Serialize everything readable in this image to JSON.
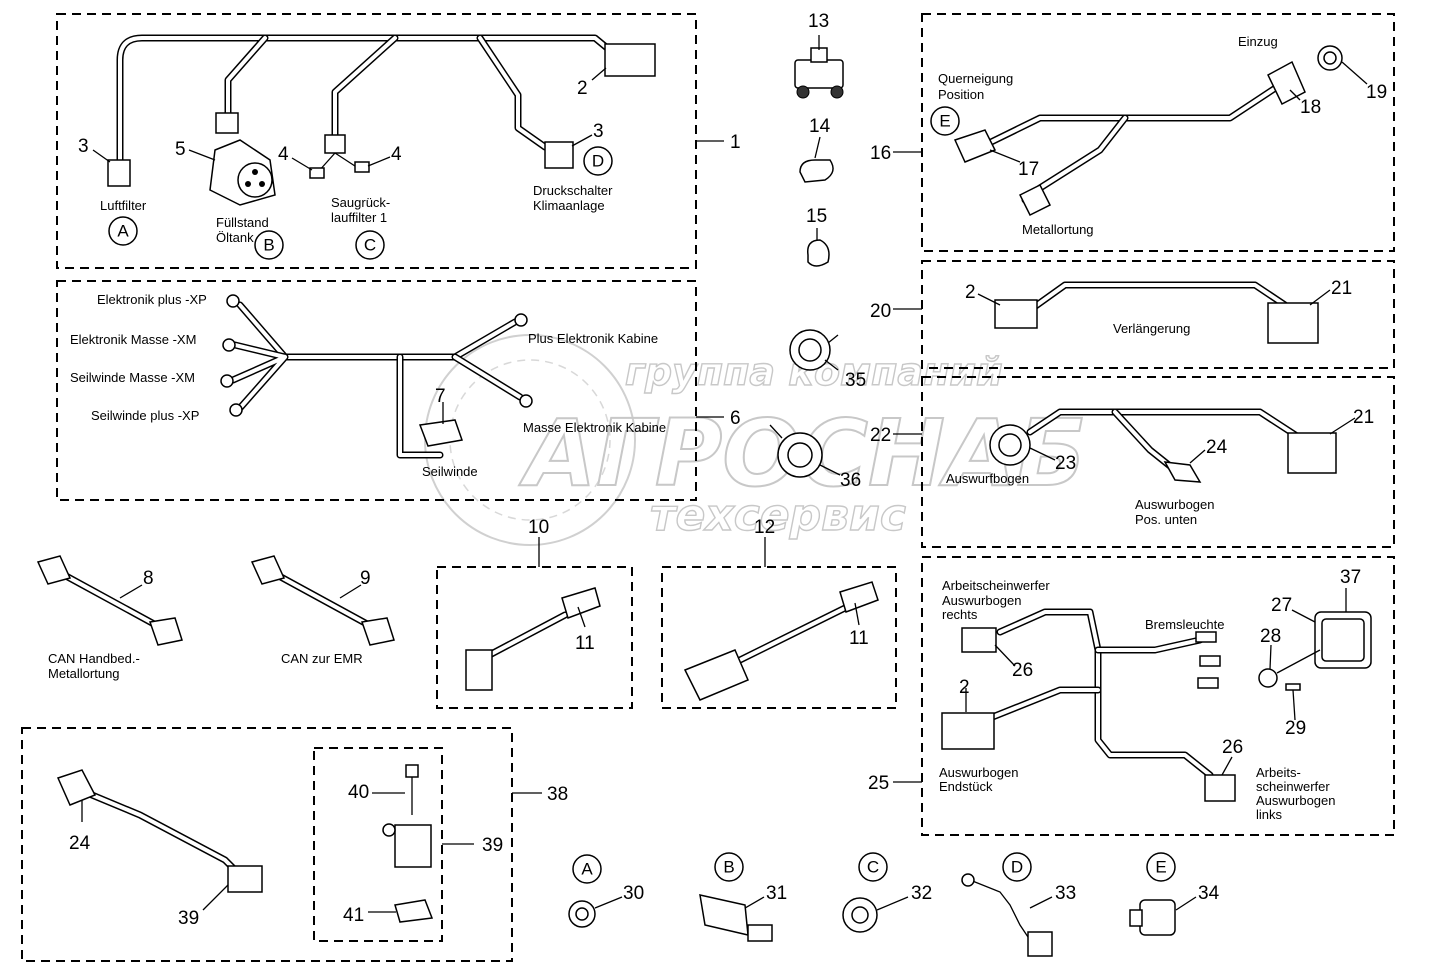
{
  "watermark": {
    "line1": "группа компаний",
    "line2": "АГРОСНАБ",
    "line3": "техсервис"
  },
  "callouts": {
    "n1": "1",
    "n2a": "2",
    "n3a": "3",
    "n3b": "3",
    "n4a": "4",
    "n4b": "4",
    "n5": "5",
    "n6": "6",
    "n7": "7",
    "n8": "8",
    "n9": "9",
    "n10": "10",
    "n11a": "11",
    "n11b": "11",
    "n12": "12",
    "n13": "13",
    "n14": "14",
    "n15": "15",
    "n16": "16",
    "n17": "17",
    "n18": "18",
    "n19": "19",
    "n20": "20",
    "n2b": "2",
    "n21a": "21",
    "n21b": "21",
    "n22": "22",
    "n23": "23",
    "n24a": "24",
    "n25": "25",
    "n2c": "2",
    "n26a": "26",
    "n26b": "26",
    "n27": "27",
    "n28": "28",
    "n29": "29",
    "n37": "37",
    "n35": "35",
    "n36": "36",
    "n38": "38",
    "n24b": "24",
    "n39a": "39",
    "n39b": "39",
    "n40": "40",
    "n41": "41",
    "n30": "30",
    "n31": "31",
    "n32": "32",
    "n33": "33",
    "n34": "34"
  },
  "letters": {
    "A": "A",
    "B": "B",
    "C": "C",
    "D": "D",
    "E": "E"
  },
  "labels": {
    "luftfilter": "Luftfilter",
    "fuellstand1": "Füllstand",
    "fuellstand2": "Öltank",
    "saug1": "Saugrück-",
    "saug2": "lauffilter 1",
    "druck1": "Druckschalter",
    "druck2": "Klimaanlage",
    "elek_plus": "Elektronik plus -XP",
    "elek_masse": "Elektronik Masse -XM",
    "seil_masse": "Seilwinde Masse -XM",
    "seil_plus": "Seilwinde plus -XP",
    "plus_kabine": "Plus Elektronik Kabine",
    "masse_kabine": "Masse Elektronik Kabine",
    "seilwinde": "Seilwinde",
    "can_hand1": "CAN Handbed.-",
    "can_hand2": "Metallortung",
    "can_emr": "CAN zur EMR",
    "einzug": "Einzug",
    "querneigung1": "Querneigung",
    "querneigung2": "Position",
    "metallortung": "Metallortung",
    "verlaengerung": "Verlängerung",
    "auswurfbogen": "Auswurfbogen",
    "auswurbogen_unten1": "Auswurbogen",
    "auswurbogen_unten2": "Pos. unten",
    "arbeit_re1": "Arbeitscheinwerfer",
    "arbeit_re2": "Auswurbogen",
    "arbeit_re3": "rechts",
    "bremsleuchte": "Bremsleuchte",
    "endstueck1": "Auswurbogen",
    "endstueck2": "Endstück",
    "arbeit_li1": "Arbeits-",
    "arbeit_li2": "scheinwerfer",
    "arbeit_li3": "Auswurbogen",
    "arbeit_li4": "links"
  }
}
